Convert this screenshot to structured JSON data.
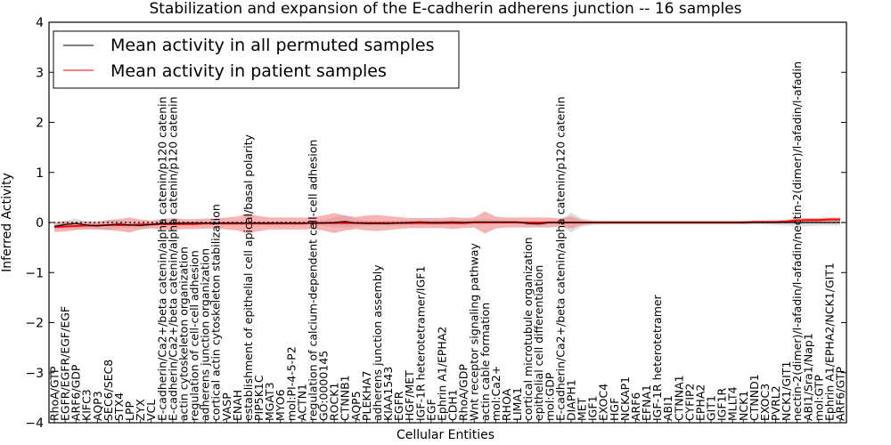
{
  "chart_data": {
    "type": "line",
    "title": "Stabilization and expansion of the E-cadherin adherens junction -- 16 samples",
    "xlabel": "Cellular Entities",
    "ylabel": "Inferred Activity",
    "ylim": [
      -4,
      4
    ],
    "yticks": [
      "−4",
      "−3",
      "−2",
      "−1",
      "0",
      "1",
      "2",
      "3",
      "4"
    ],
    "legend_position": "top-left",
    "categories": [
      "RhoA/GTP",
      "EGFR/EGFR/EGF/EGF",
      "ARF6/GDP",
      "KIFC3",
      "AQP3",
      "SEC6/SEC8",
      "STX4",
      "LPP",
      "ZYX",
      "VCL",
      "E-cadherin/Ca2+/beta catenin/alpha catenin/p120 catenin",
      "E-cadherin/Ca2+/beta catenin/alpha catenin/p120 catenin",
      "actin cytoskeleton organization",
      "regulation of cell-cell adhesion",
      "adherens junction organization",
      "cortical actin cytoskeleton stabilization",
      "VASP",
      "ENAH",
      "establishment of epithelial cell apical/basal polarity",
      "PIP5K1C",
      "MGAT3",
      "MYO6",
      "mol:PI-4-5-P2",
      "ACTN1",
      "regulation of calcium-dependent cell-cell adhesion",
      "GO:0000145",
      "ROCK1",
      "CTNNB1",
      "AQP5",
      "PLEKHA7",
      "adherens junction assembly",
      "KIAA1543",
      "EGFR",
      "HGF/MET",
      "IGF-1R heterotetramer/IGF1",
      "EGF",
      "Ephrin A1/EPHA2",
      "CDH1",
      "RhoA/GDP",
      "Wnt receptor signaling pathway",
      "actin cable formation",
      "mol:Ca2+",
      "RHOA",
      "LIMA1",
      "cortical microtubule organization",
      "epithelial cell differentiation",
      "mol:GDP",
      "E-cadherin/Ca2+/beta catenin/alpha catenin/p120 catenin",
      "DIAPH1",
      "MET",
      "IGF1",
      "EXOC4",
      "HGF",
      "NCKAP1",
      "ARF6",
      "EFNA1",
      "IGF-1R heterotetramer",
      "ABI1",
      "CTNNA1",
      "CYFIP2",
      "EPHA2",
      "GIT1",
      "IGF1R",
      "MLLT4",
      "NCK1",
      "CTNND1",
      "EXOC3",
      "PVRL2",
      "NCK1/GIT1",
      "nectin-2(dimer)/l-afadin/l-afadin/nectin-2(dimer)/l-afadin/l-afadin",
      "ABI1/Sra1/Nap1",
      "mol:GTP",
      "Ephrin A1/EPHA2/NCK1/GIT1",
      "ARF6/GTP"
    ],
    "series": [
      {
        "name": "Mean activity in all permuted samples",
        "color": "#000000",
        "band_color": "#c8c8c8",
        "values": [
          -0.08,
          -0.04,
          -0.02,
          -0.05,
          -0.07,
          -0.05,
          -0.03,
          -0.05,
          -0.06,
          -0.04,
          -0.02,
          -0.02,
          -0.01,
          -0.01,
          -0.01,
          -0.01,
          -0.01,
          -0.01,
          -0.01,
          -0.01,
          -0.01,
          -0.01,
          -0.01,
          -0.01,
          -0.01,
          -0.01,
          0.0,
          0.02,
          -0.01,
          -0.02,
          -0.02,
          -0.02,
          -0.01,
          0.0,
          0.01,
          0.0,
          0.0,
          0.01,
          0.0,
          0.01,
          0.01,
          0.01,
          0.01,
          0.01,
          -0.02,
          -0.03,
          0.0,
          0.0,
          0.0,
          0.0,
          0.0,
          0.0,
          0.0,
          0.0,
          0.0,
          0.0,
          0.0,
          0.0,
          0.0,
          0.0,
          0.0,
          0.0,
          0.0,
          0.0,
          0.0,
          0.0,
          0.0,
          0.0,
          0.0,
          0.0,
          0.0,
          0.0,
          0.0,
          0.0
        ],
        "spread": [
          0.05,
          0.08,
          0.1,
          0.07,
          0.06,
          0.1,
          0.08,
          0.06,
          0.06,
          0.05,
          0.04,
          0.04,
          0.04,
          0.04,
          0.04,
          0.04,
          0.04,
          0.04,
          0.04,
          0.04,
          0.04,
          0.04,
          0.04,
          0.04,
          0.04,
          0.06,
          0.1,
          0.12,
          0.08,
          0.05,
          0.05,
          0.05,
          0.05,
          0.05,
          0.05,
          0.05,
          0.05,
          0.05,
          0.05,
          0.05,
          0.06,
          0.04,
          0.04,
          0.04,
          0.04,
          0.04,
          0.04,
          0.05,
          0.2,
          0.08,
          0.05,
          0.04,
          0.04,
          0.04,
          0.04,
          0.04,
          0.04,
          0.04,
          0.04,
          0.04,
          0.04,
          0.04,
          0.04,
          0.04,
          0.04,
          0.04,
          0.04,
          0.05,
          0.06,
          0.08,
          0.07,
          0.06,
          0.06,
          0.06
        ]
      },
      {
        "name": "Mean activity in patient samples",
        "color": "#ff0000",
        "band_color": "#f08080",
        "values": [
          -0.09,
          -0.08,
          -0.07,
          -0.06,
          -0.06,
          -0.05,
          -0.05,
          -0.05,
          -0.04,
          -0.04,
          -0.03,
          -0.03,
          -0.03,
          -0.03,
          -0.02,
          -0.02,
          -0.02,
          -0.02,
          -0.02,
          -0.02,
          -0.02,
          -0.02,
          -0.02,
          -0.02,
          -0.01,
          -0.01,
          -0.01,
          -0.01,
          -0.01,
          -0.01,
          -0.01,
          -0.01,
          -0.01,
          -0.01,
          -0.01,
          -0.01,
          -0.01,
          -0.01,
          -0.01,
          0.0,
          0.0,
          0.0,
          0.0,
          0.0,
          0.0,
          0.0,
          0.0,
          0.0,
          0.0,
          0.0,
          0.0,
          0.0,
          0.0,
          0.0,
          0.0,
          0.0,
          0.0,
          0.0,
          0.0,
          0.0,
          0.0,
          0.0,
          0.0,
          0.0,
          0.0,
          0.01,
          0.01,
          0.01,
          0.02,
          0.04,
          0.05,
          0.05,
          0.06,
          0.06
        ],
        "spread": [
          0.1,
          0.1,
          0.08,
          0.08,
          0.08,
          0.1,
          0.12,
          0.15,
          0.1,
          0.08,
          0.1,
          0.12,
          0.1,
          0.1,
          0.1,
          0.1,
          0.12,
          0.14,
          0.2,
          0.15,
          0.12,
          0.12,
          0.12,
          0.12,
          0.12,
          0.15,
          0.2,
          0.15,
          0.12,
          0.15,
          0.16,
          0.14,
          0.12,
          0.1,
          0.1,
          0.1,
          0.1,
          0.12,
          0.1,
          0.1,
          0.22,
          0.12,
          0.1,
          0.1,
          0.1,
          0.1,
          0.1,
          0.08,
          0.12,
          0.05,
          0.03,
          0.03,
          0.03,
          0.03,
          0.03,
          0.03,
          0.03,
          0.03,
          0.03,
          0.03,
          0.03,
          0.03,
          0.03,
          0.03,
          0.03,
          0.03,
          0.03,
          0.03,
          0.03,
          0.04,
          0.04,
          0.04,
          0.04,
          0.04
        ]
      }
    ]
  }
}
